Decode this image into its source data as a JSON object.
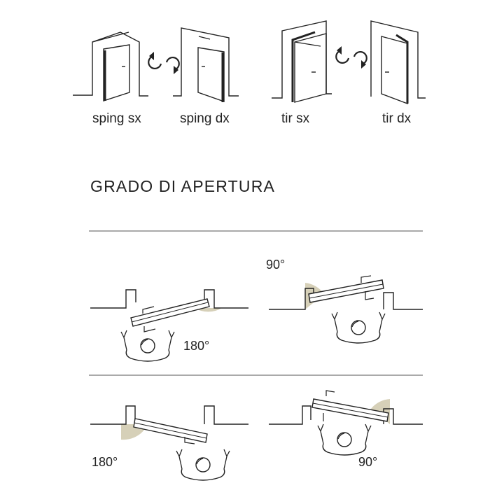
{
  "doors": [
    {
      "label": "sping sx"
    },
    {
      "label": "sping dx"
    },
    {
      "label": "tir sx"
    },
    {
      "label": "tir dx"
    }
  ],
  "section_title": "GRADO DI APERTURA",
  "openings": [
    {
      "degree": "180°"
    },
    {
      "degree": "90°"
    },
    {
      "degree": "180°"
    },
    {
      "degree": "90°"
    }
  ],
  "colors": {
    "line": "#222222",
    "swing_fill": "#d6d0b8",
    "divider": "#555555"
  }
}
